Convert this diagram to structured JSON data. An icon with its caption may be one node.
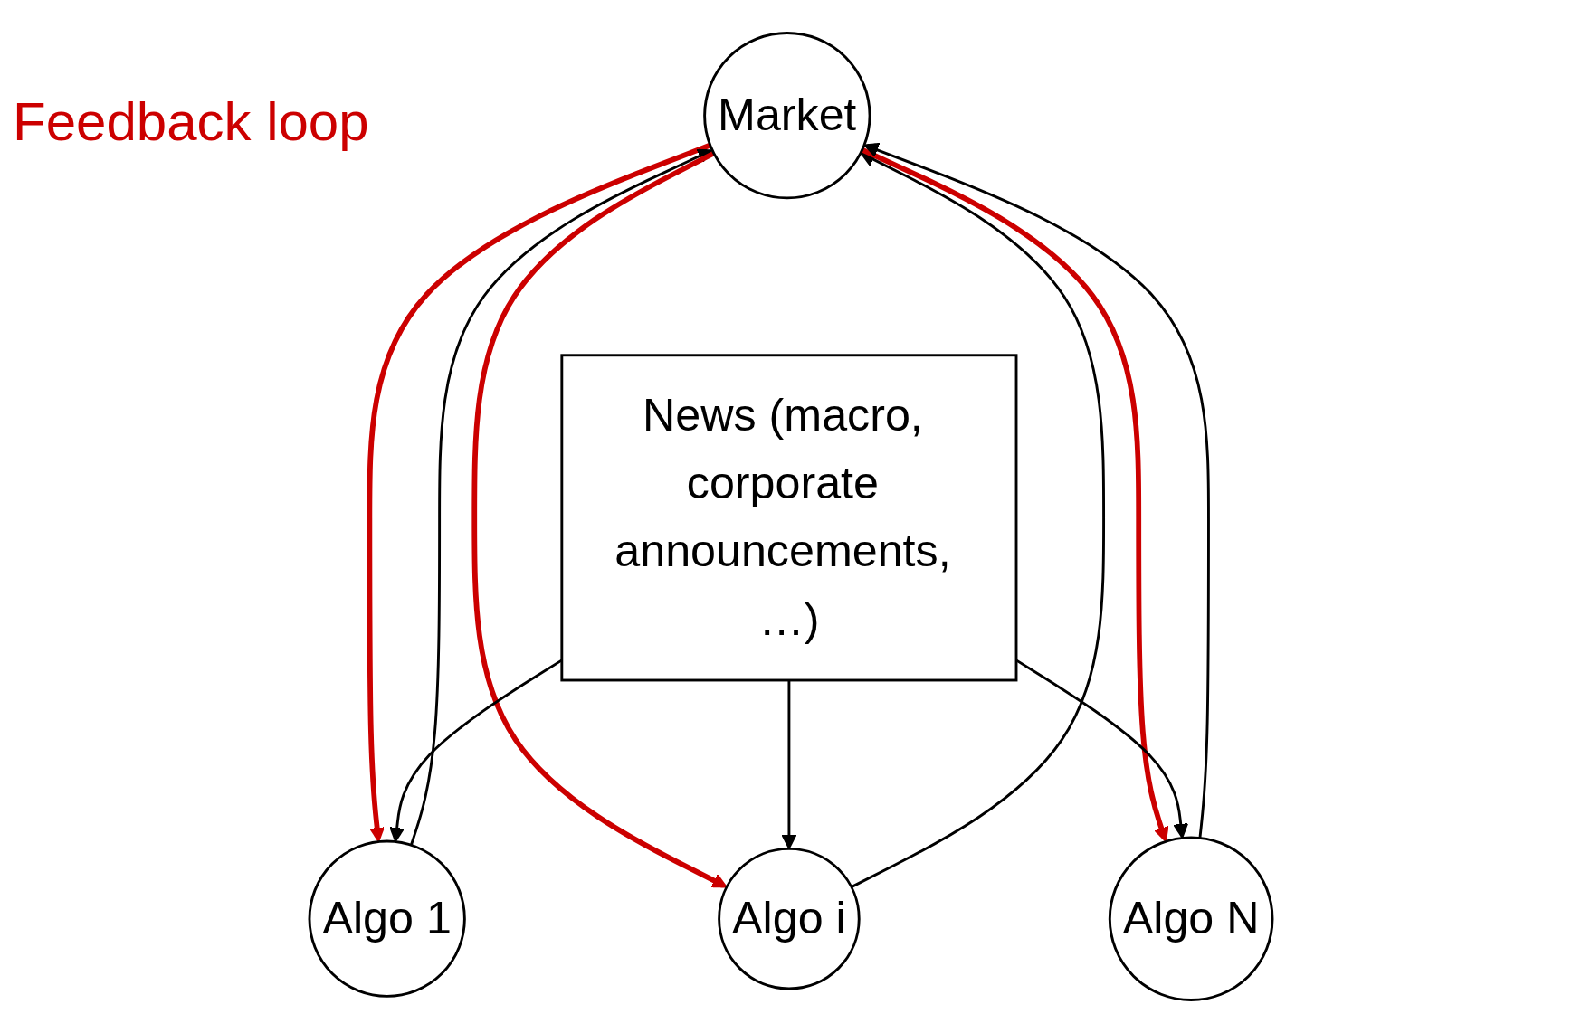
{
  "diagram": {
    "nodes": [
      {
        "text": [
          "Market"
        ]
      },
      {
        "text": [
          "Algo 1"
        ]
      },
      {
        "text": [
          "Algo i"
        ]
      },
      {
        "text": [
          "Algo N"
        ]
      },
      {
        "text": [
          "News (macro, corporate announcements, …)"
        ]
      }
    ],
    "edges": [
      {
        "from": 0,
        "to": 1,
        "arrow": "to",
        "style": "thick",
        "color": "#cc0000"
      },
      {
        "from": 1,
        "to": 0,
        "arrow": "to"
      },
      {
        "from": 0,
        "to": 2,
        "arrow": "to",
        "style": "thick",
        "color": "#cc0000"
      },
      {
        "from": 2,
        "to": 0,
        "arrow": "to"
      },
      {
        "from": 0,
        "to": 3,
        "arrow": "to",
        "style": "thick",
        "color": "#cc0000"
      },
      {
        "from": 3,
        "to": 0,
        "arrow": "to"
      },
      {
        "from": 4,
        "to": 1,
        "arrow": "to"
      },
      {
        "from": 4,
        "to": 2,
        "arrow": "to"
      },
      {
        "from": 4,
        "to": 3,
        "arrow": "to"
      }
    ],
    "labels": [
      "Feedback loop"
    ]
  }
}
